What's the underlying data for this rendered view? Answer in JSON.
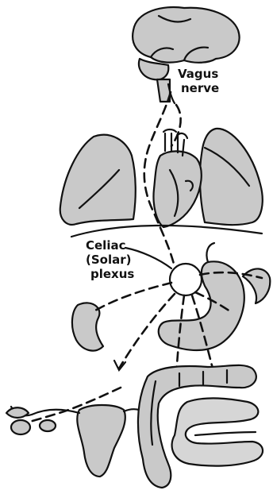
{
  "labels": {
    "vagus_line1": "Vagus",
    "vagus_line2": "nerve",
    "celiac_line1": "Celiac",
    "celiac_line2": "(Solar)",
    "celiac_line3": "plexus"
  }
}
